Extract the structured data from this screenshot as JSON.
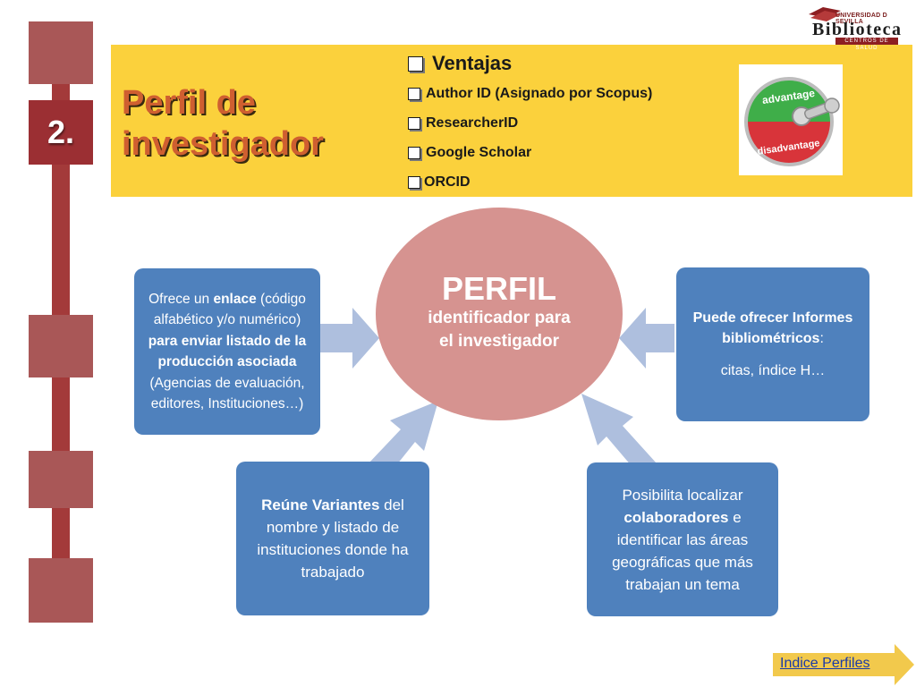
{
  "step_number": "2.",
  "header": {
    "title": "Perfil de investigador",
    "advantages_heading": "Ventajas",
    "advantages": [
      "Author ID (Asignado por Scopus)",
      "ResearcherID",
      "Google Scholar",
      "ORCID"
    ],
    "image_labels": [
      "advantage",
      "disadvantage"
    ]
  },
  "logo": {
    "top": "UNIVERSIDAD D SEVILLA",
    "main": "Biblioteca",
    "sub": "CENTROS DE SALUD"
  },
  "center": {
    "title": "PERFIL",
    "subtitle": "identificador para el investigador"
  },
  "boxes": {
    "left": {
      "p1": "Ofrece un ",
      "b1": "enlace",
      "p2": " (código alfabético y/o numérico) ",
      "b2": "para enviar listado de la producción asociada",
      "p3": " (Agencias de evaluación, editores, Instituciones…)"
    },
    "right": {
      "b1": "Puede ofrecer Informes bibliométricos",
      "p1": ":",
      "p2": "citas, índice H…"
    },
    "bottom_left": {
      "b1": "Reúne Variantes",
      "p1": " del nombre y listado de instituciones donde ha trabajado"
    },
    "bottom_right": {
      "p1": "Posibilita  localizar ",
      "b1": "colaboradores",
      "p2": "  e identificar  las áreas geográficas  que más trabajan un tema"
    }
  },
  "footer": {
    "link": "Indice Perfiles"
  },
  "colors": {
    "header_bg": "#fbd13c",
    "title": "#cf5f30",
    "bar": "#a95757",
    "step_box": "#9b2f33",
    "ellipse": "#d69390",
    "box": "#4f81bd",
    "arrow": "#aebfde",
    "footer_arrow": "#f2c94c"
  }
}
